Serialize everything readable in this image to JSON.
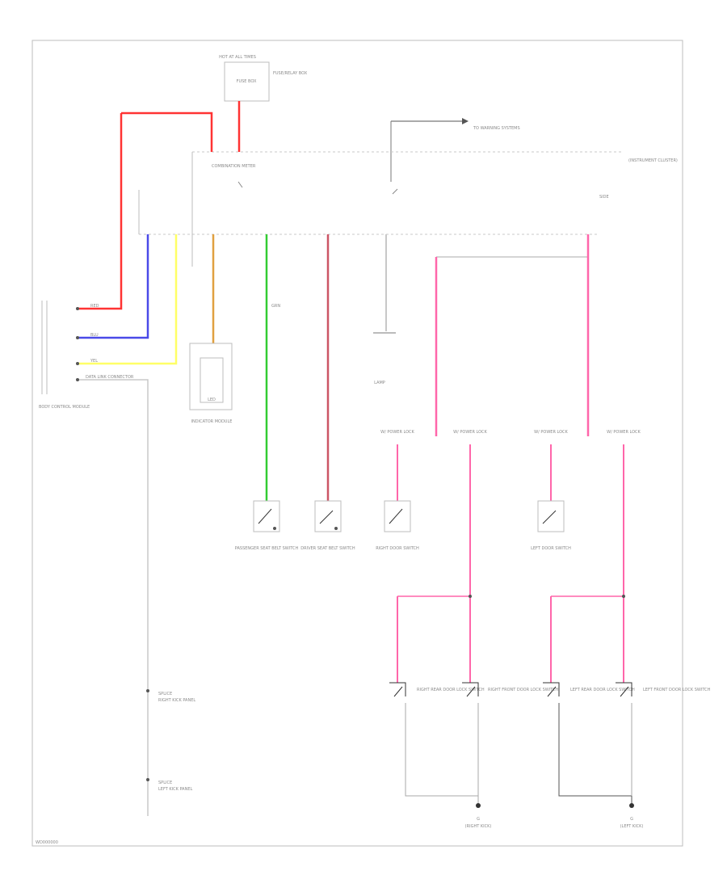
{
  "wire_colors": {
    "red": "#ff3333",
    "blue": "#4a4ae8",
    "yellow": "#ffff66",
    "orange": "#e0a040",
    "green": "#33cc33",
    "pink": "#ff66aa",
    "gray": "#c8c8c8"
  },
  "labels": {
    "top_fuse_title": "HOT AT ALL TIMES",
    "top_fuse_box": "FUSE BOX",
    "fuse_box_note": "FUSE/RELAY BOX",
    "to_warning": "TO WARNING SYSTEMS",
    "combo_name": "COMBINATION METER",
    "combo_note": "(INSTRUMENT CLUSTER)",
    "side_note": "SIDE",
    "led_label": "LED",
    "led_box_note": "INDICATOR MODULE",
    "connector_note": "DATA LINK CONNECTOR",
    "left_module": "BODY CONTROL MODULE",
    "lamp_label": "LAMP",
    "sw1": "PASSENGER SEAT BELT SWITCH",
    "sw2": "DRIVER SEAT BELT SWITCH",
    "sw3": "RIGHT DOOR SWITCH",
    "sw4": "LEFT DOOR SWITCH",
    "conn_a": "W/ POWER LOCK",
    "conn_b": "W/ POWER LOCK",
    "conn_c": "W/ POWER LOCK",
    "conn_d": "W/ POWER LOCK",
    "lsw1": "RIGHT REAR DOOR LOCK SWITCH",
    "lsw2": "RIGHT FRONT DOOR LOCK SWITCH",
    "lsw3": "LEFT REAR DOOR LOCK SWITCH",
    "lsw4": "LEFT FRONT DOOR LOCK SWITCH",
    "ground1": "G",
    "ground1_note": "(RIGHT KICK)",
    "ground2": "G",
    "ground2_note": "(LEFT KICK)",
    "splice1": "SPLICE",
    "splice1_note": "RIGHT KICK PANEL",
    "splice2": "SPLICE",
    "splice2_note": "LEFT KICK PANEL",
    "wire_tag_r": "RED",
    "wire_tag_b": "BLU",
    "wire_tag_y": "YEL",
    "wire_tag_g": "GRN",
    "footer": "WD000000"
  }
}
